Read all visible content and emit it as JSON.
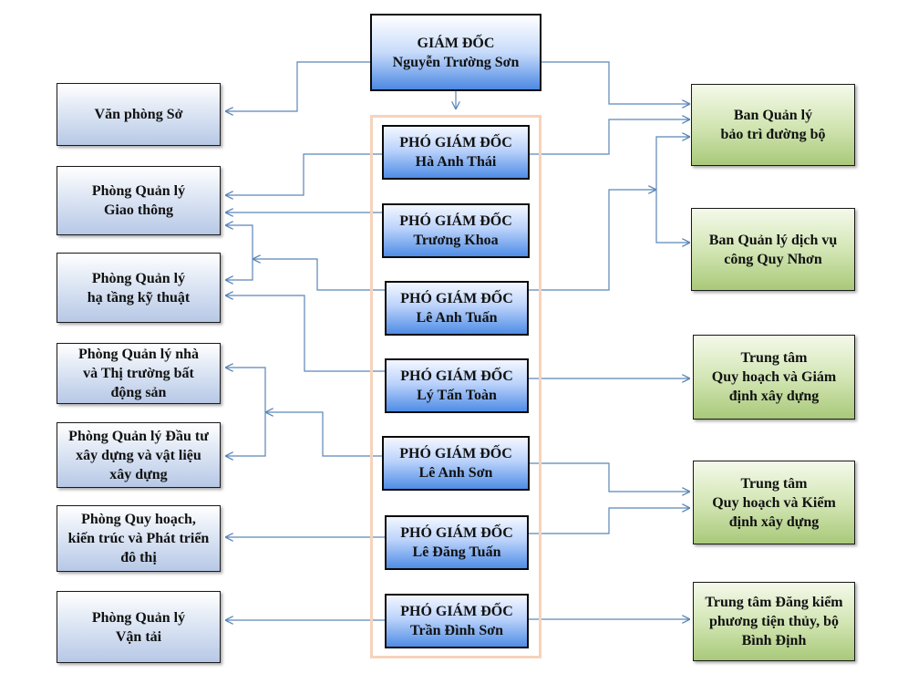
{
  "director": {
    "title": "GIÁM ĐỐC",
    "name": "Nguyễn Trường Sơn"
  },
  "deputies": [
    {
      "title": "PHÓ GIÁM ĐỐC",
      "name": "Hà Anh Thái"
    },
    {
      "title": "PHÓ GIÁM ĐỐC",
      "name": "Trương Khoa"
    },
    {
      "title": "PHÓ GIÁM ĐỐC",
      "name": "Lê Anh Tuấn"
    },
    {
      "title": "PHÓ GIÁM ĐỐC",
      "name": "Lý Tấn Toàn"
    },
    {
      "title": "PHÓ GIÁM ĐỐC",
      "name": "Lê Anh Sơn"
    },
    {
      "title": "PHÓ GIÁM ĐỐC",
      "name": "Lê Đăng Tuấn"
    },
    {
      "title": "PHÓ GIÁM ĐỐC",
      "name": "Trần Đình Sơn"
    }
  ],
  "departments": [
    "Văn phòng Sở",
    "Phòng Quản lý\nGiao thông",
    "Phòng Quản lý\nhạ tầng kỹ thuật",
    "Phòng Quản lý nhà\nvà Thị trường bất\nđộng sản",
    "Phòng Quản lý Đầu tư\nxây dựng và vật liệu\nxây dựng",
    "Phòng Quy hoạch,\nkiến trúc và Phát triển\nđô thị",
    "Phòng Quản lý\nVận tải"
  ],
  "units": [
    "Ban Quản lý\nbảo trì đường bộ",
    "Ban Quản lý dịch vụ\ncông Quy Nhơn",
    "Trung tâm\nQuy hoạch và Giám\nđịnh xây dựng",
    "Trung tâm\nQuy hoạch và Kiểm\nđịnh xây dựng",
    "Trung tâm Đăng kiểm\nphương tiện thủy, bộ\nBình Định"
  ],
  "colors": {
    "connector": "#5b86b8",
    "group_frame": "#f6d3bb"
  }
}
